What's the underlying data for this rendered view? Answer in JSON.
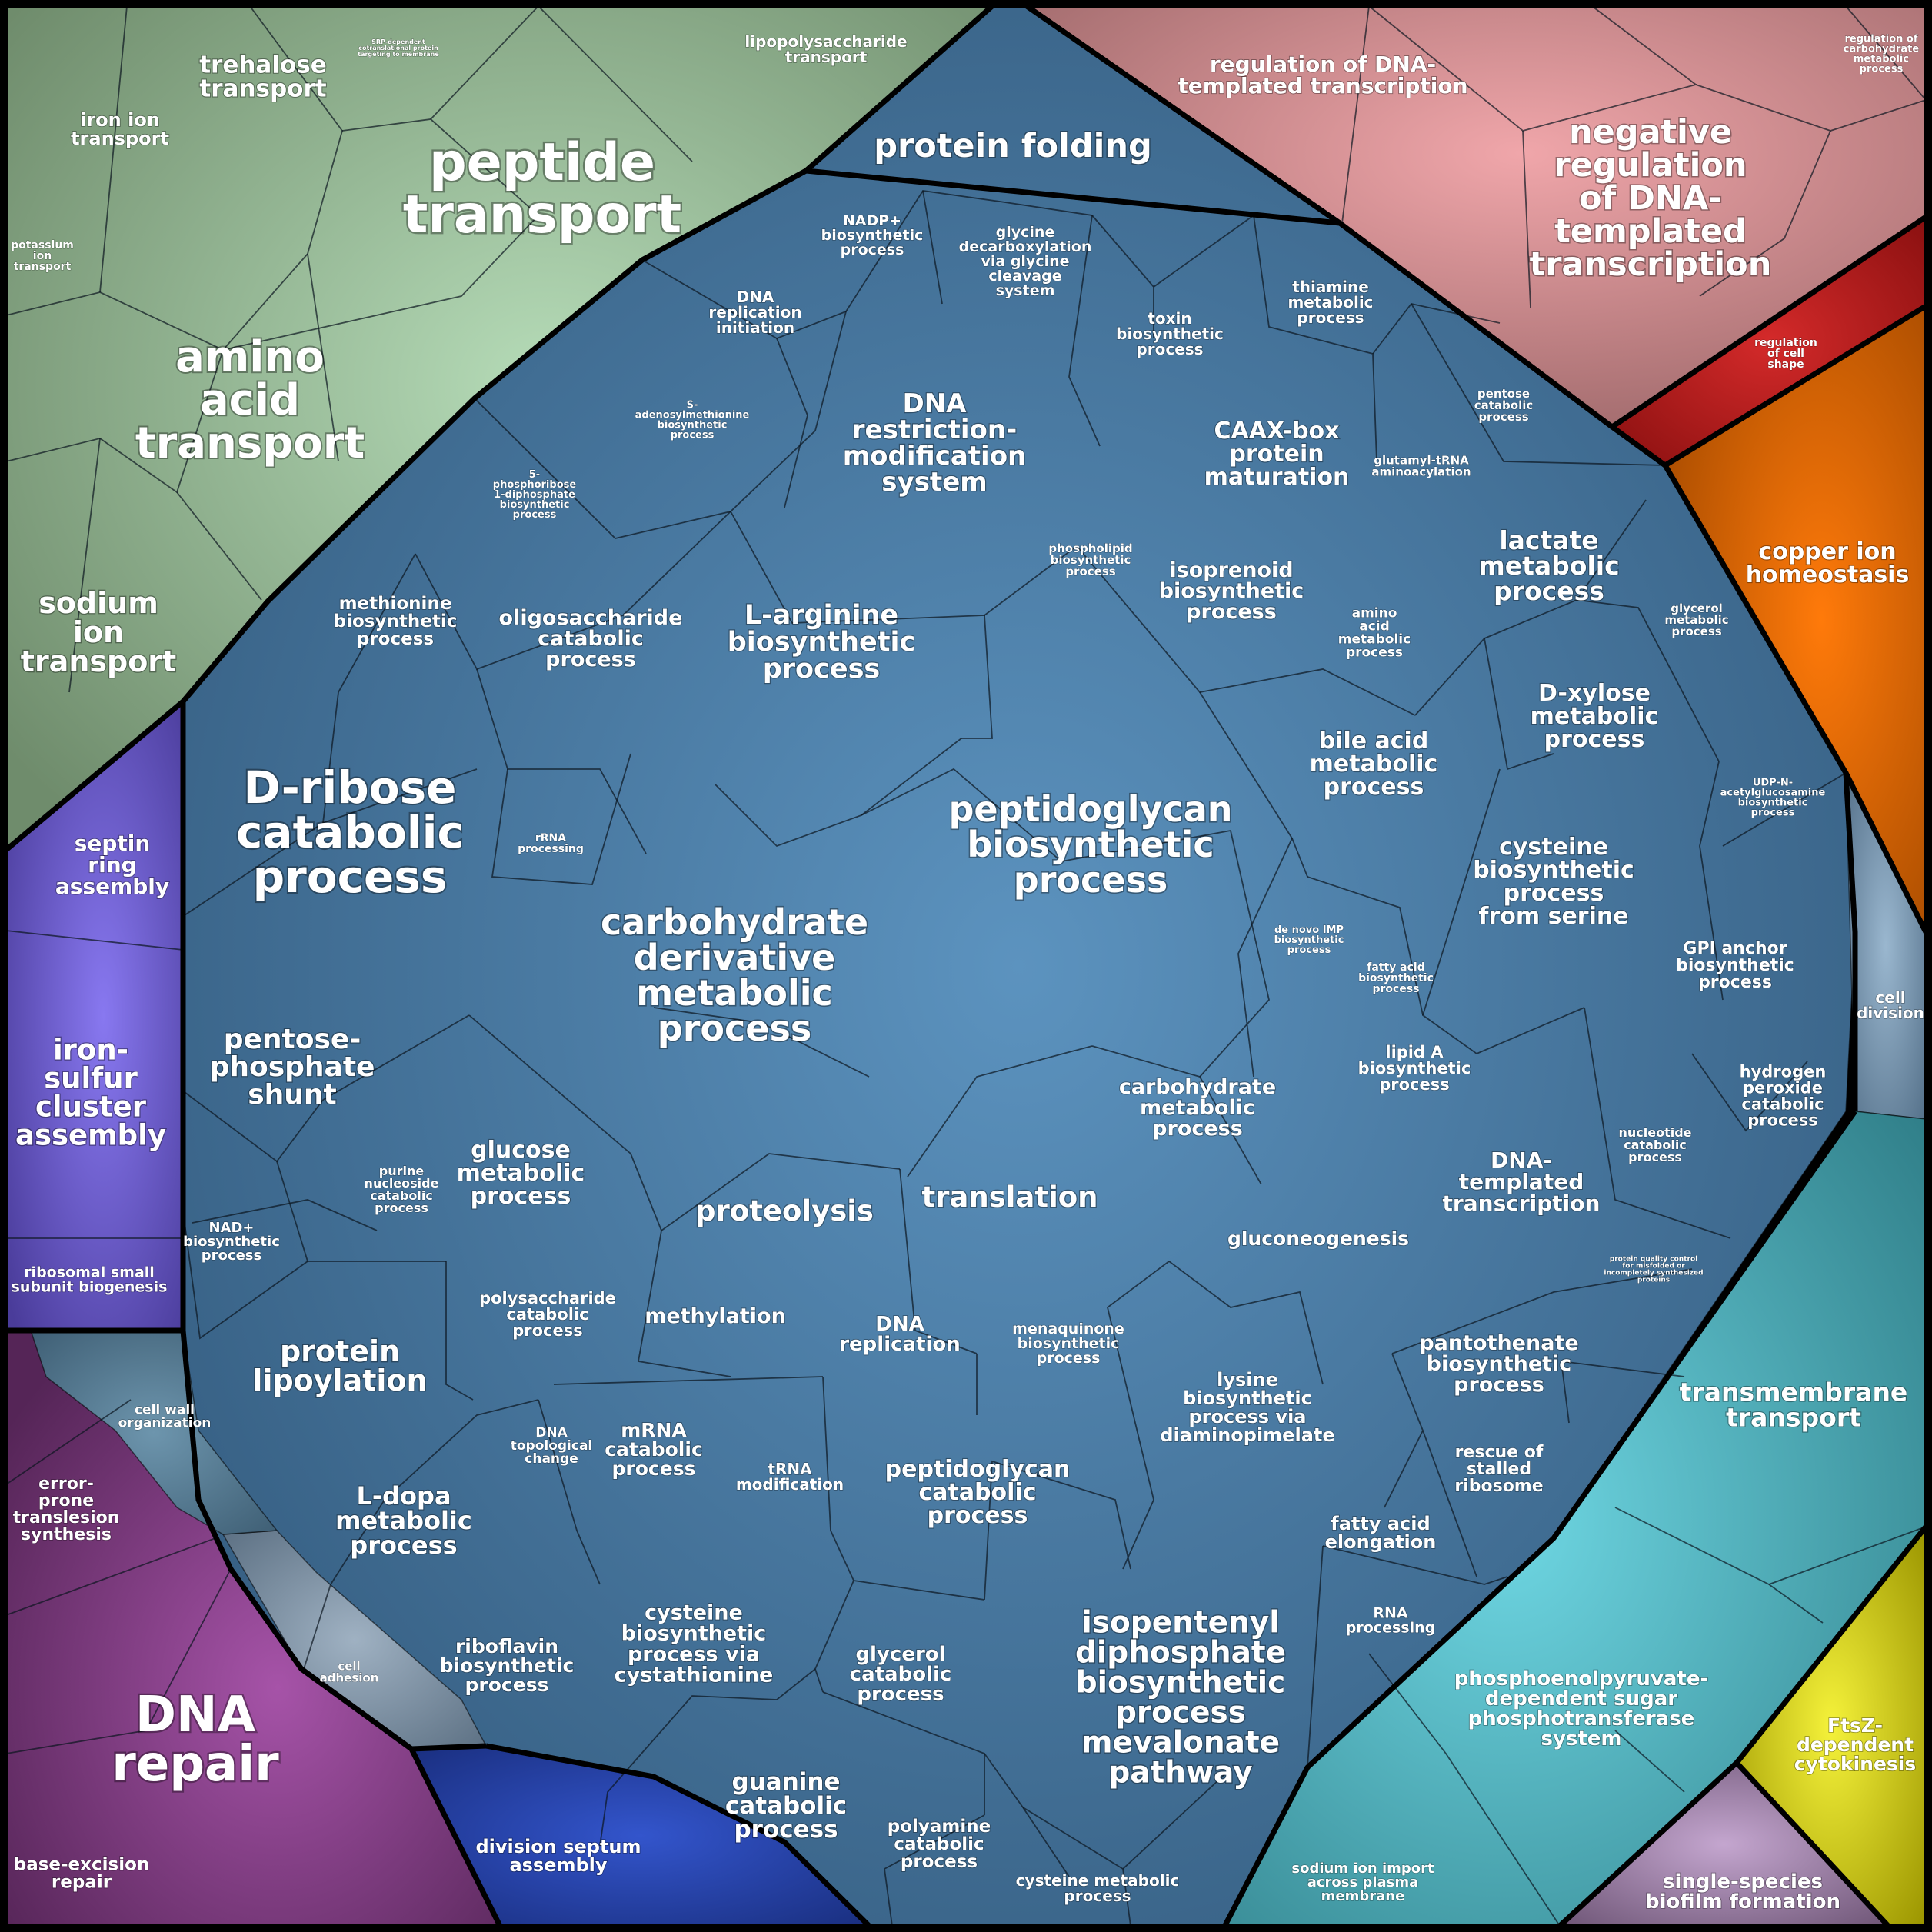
{
  "labels": [
    {
      "name": "label-peptide-transport",
      "text": "peptide transport",
      "kind": "large"
    },
    {
      "name": "label-amino-acid-transport",
      "text": "amino acid transport",
      "kind": "large"
    },
    {
      "name": "label-trehalose-transport",
      "text": "trehalose transport",
      "kind": "medium"
    },
    {
      "name": "label-iron-ion-transport",
      "text": "iron ion transport",
      "kind": "small"
    },
    {
      "name": "label-srp-dependent",
      "text": "SRP-dependent cotranslational protein targeting to membrane",
      "kind": "tiny"
    },
    {
      "name": "label-lipopolysaccharide-transport",
      "text": "lipopolysaccharide transport",
      "kind": "small"
    },
    {
      "name": "label-potassium-ion-transport",
      "text": "potassium ion transport",
      "kind": "tiny"
    },
    {
      "name": "label-sodium-ion-transport",
      "text": "sodium ion transport",
      "kind": "medium"
    },
    {
      "name": "label-protein-folding",
      "text": "protein folding",
      "kind": "medium"
    },
    {
      "name": "label-regulation-dna-templated",
      "text": "regulation of DNA-templated transcription",
      "kind": "small"
    },
    {
      "name": "label-negative-regulation",
      "text": "negative regulation of DNA-templated transcription",
      "kind": "large"
    },
    {
      "name": "label-regulation-carbohydrate",
      "text": "regulation of carbohydrate metabolic process",
      "kind": "tiny"
    },
    {
      "name": "label-regulation-cell-shape",
      "text": "regulation of cell shape",
      "kind": "tiny"
    },
    {
      "name": "label-copper-ion-homeostasis",
      "text": "copper ion homeostasis",
      "kind": "small"
    },
    {
      "name": "label-cell-division",
      "text": "cell division",
      "kind": "small"
    },
    {
      "name": "label-transmembrane-transport",
      "text": "transmembrane transport",
      "kind": "medium"
    },
    {
      "name": "label-pep-sugar-pts",
      "text": "phosphoenolpyruvate-dependent sugar phosphotransferase system",
      "kind": "small"
    },
    {
      "name": "label-sodium-ion-import",
      "text": "sodium ion import across plasma membrane",
      "kind": "small"
    },
    {
      "name": "label-ftsz-cytokinesis",
      "text": "FtsZ-dependent cytokinesis",
      "kind": "small"
    },
    {
      "name": "label-single-species-biofilm",
      "text": "single-species biofilm formation",
      "kind": "small"
    },
    {
      "name": "label-septin-ring-assembly",
      "text": "septin ring assembly",
      "kind": "small"
    },
    {
      "name": "label-iron-sulfur-cluster",
      "text": "iron-sulfur cluster assembly",
      "kind": "medium"
    },
    {
      "name": "label-ribosomal-small-subunit",
      "text": "ribosomal small subunit biogenesis",
      "kind": "small"
    },
    {
      "name": "label-cell-wall-organization",
      "text": "cell wall organization",
      "kind": "small"
    },
    {
      "name": "label-error-prone-tls",
      "text": "error-prone translesion synthesis",
      "kind": "small"
    },
    {
      "name": "label-cell-adhesion",
      "text": "cell adhesion",
      "kind": "tiny"
    },
    {
      "name": "label-dna-repair",
      "text": "DNA repair",
      "kind": "large"
    },
    {
      "name": "label-base-excision-repair",
      "text": "base-excision repair",
      "kind": "small"
    },
    {
      "name": "label-division-septum-assembly",
      "text": "division septum assembly",
      "kind": "small"
    },
    {
      "name": "label-nadp-biosynthetic",
      "text": "NADP+ biosynthetic process",
      "kind": "small"
    },
    {
      "name": "label-glycine-decarboxylation",
      "text": "glycine decarboxylation via glycine cleavage system",
      "kind": "small"
    },
    {
      "name": "label-dna-replication-initiation",
      "text": "DNA replication initiation",
      "kind": "small"
    },
    {
      "name": "label-toxin-biosynthetic",
      "text": "toxin biosynthetic process",
      "kind": "small"
    },
    {
      "name": "label-thiamine-metabolic",
      "text": "thiamine metabolic process",
      "kind": "small"
    },
    {
      "name": "label-s-adenosylmethionine",
      "text": "S-adenosylmethionine biosynthetic process",
      "kind": "tiny"
    },
    {
      "name": "label-dna-restriction-modification",
      "text": "DNA restriction-modification system",
      "kind": "medium"
    },
    {
      "name": "label-caax-box",
      "text": "CAAX-box protein maturation",
      "kind": "medium"
    },
    {
      "name": "label-pentose-catabolic",
      "text": "pentose catabolic process",
      "kind": "tiny"
    },
    {
      "name": "label-glutamyl-trna",
      "text": "glutamyl-tRNA aminoacylation",
      "kind": "tiny"
    },
    {
      "name": "label-5-phosphoribose",
      "text": "5-phosphoribose 1-diphosphate biosynthetic process",
      "kind": "tiny"
    },
    {
      "name": "label-phospholipid-biosynthetic",
      "text": "phospholipid biosynthetic process",
      "kind": "tiny"
    },
    {
      "name": "label-isoprenoid-biosynthetic",
      "text": "isoprenoid biosynthetic process",
      "kind": "medium-small"
    },
    {
      "name": "label-lactate-metabolic",
      "text": "lactate metabolic process",
      "kind": "medium-small"
    },
    {
      "name": "label-methionine-biosynthetic",
      "text": "methionine biosynthetic process",
      "kind": "small"
    },
    {
      "name": "label-oligosaccharide-catabolic",
      "text": "oligosaccharide catabolic process",
      "kind": "medium-small"
    },
    {
      "name": "label-l-arginine-biosynthetic",
      "text": "L-arginine biosynthetic process",
      "kind": "medium"
    },
    {
      "name": "label-amino-acid-metabolic",
      "text": "amino acid metabolic process",
      "kind": "tiny"
    },
    {
      "name": "label-glycerol-metabolic",
      "text": "glycerol metabolic process",
      "kind": "tiny"
    },
    {
      "name": "label-d-xylose-metabolic",
      "text": "D-xylose metabolic process",
      "kind": "medium-small"
    },
    {
      "name": "label-bile-acid-metabolic",
      "text": "bile acid metabolic process",
      "kind": "medium-small"
    },
    {
      "name": "label-d-ribose-catabolic",
      "text": "D-ribose catabolic process",
      "kind": "large"
    },
    {
      "name": "label-rrna-processing",
      "text": "rRNA processing",
      "kind": "tiny"
    },
    {
      "name": "label-peptidoglycan-biosynthetic",
      "text": "peptidoglycan biosynthetic process",
      "kind": "large"
    },
    {
      "name": "label-udp-n-acetylglucosamine",
      "text": "UDP-N-acetylglucosamine biosynthetic process",
      "kind": "tiny"
    },
    {
      "name": "label-cysteine-from-serine",
      "text": "cysteine biosynthetic process from serine",
      "kind": "medium"
    },
    {
      "name": "label-carbohydrate-derivative",
      "text": "carbohydrate derivative metabolic process",
      "kind": "large"
    },
    {
      "name": "label-de-novo-imp",
      "text": "de novo IMP biosynthetic process",
      "kind": "tiny"
    },
    {
      "name": "label-fatty-acid-biosynthetic",
      "text": "fatty acid biosynthetic process",
      "kind": "tiny"
    },
    {
      "name": "label-gpi-anchor",
      "text": "GPI anchor biosynthetic process",
      "kind": "small"
    },
    {
      "name": "label-pentose-phosphate-shunt",
      "text": "pentose-phosphate shunt",
      "kind": "medium"
    },
    {
      "name": "label-carbohydrate-metabolic",
      "text": "carbohydrate metabolic process",
      "kind": "medium-small"
    },
    {
      "name": "label-lipid-a-biosynthetic",
      "text": "lipid A biosynthetic process",
      "kind": "small"
    },
    {
      "name": "label-hydrogen-peroxide-catabolic",
      "text": "hydrogen peroxide catabolic process",
      "kind": "small"
    },
    {
      "name": "label-purine-nucleoside-catabolic",
      "text": "purine nucleoside catabolic process",
      "kind": "tiny"
    },
    {
      "name": "label-glucose-metabolic",
      "text": "glucose metabolic process",
      "kind": "medium-small"
    },
    {
      "name": "label-nucleotide-catabolic",
      "text": "nucleotide catabolic process",
      "kind": "tiny"
    },
    {
      "name": "label-dna-templated-transcription",
      "text": "DNA-templated transcription",
      "kind": "medium-small"
    },
    {
      "name": "label-proteolysis",
      "text": "proteolysis",
      "kind": "medium"
    },
    {
      "name": "label-translation",
      "text": "translation",
      "kind": "medium"
    },
    {
      "name": "label-nad-biosynthetic",
      "text": "NAD+ biosynthetic process",
      "kind": "small"
    },
    {
      "name": "label-gluconeogenesis",
      "text": "gluconeogenesis",
      "kind": "medium-small"
    },
    {
      "name": "label-protein-quality-control",
      "text": "protein quality control for misfolded or incompletely synthesized proteins",
      "kind": "tiny"
    },
    {
      "name": "label-polysaccharide-catabolic",
      "text": "polysaccharide catabolic process",
      "kind": "small"
    },
    {
      "name": "label-methylation",
      "text": "methylation",
      "kind": "medium-small"
    },
    {
      "name": "label-dna-replication",
      "text": "DNA replication",
      "kind": "medium-small"
    },
    {
      "name": "label-menaquinone-biosynthetic",
      "text": "menaquinone biosynthetic process",
      "kind": "small"
    },
    {
      "name": "label-protein-lipoylation",
      "text": "protein lipoylation",
      "kind": "medium"
    },
    {
      "name": "label-pantothenate-biosynthetic",
      "text": "pantothenate biosynthetic process",
      "kind": "medium-small"
    },
    {
      "name": "label-lysine-via-diaminopimelate",
      "text": "lysine biosynthetic process via diaminopimelate",
      "kind": "medium-small"
    },
    {
      "name": "label-dna-topological-change",
      "text": "DNA topological change",
      "kind": "small"
    },
    {
      "name": "label-mrna-catabolic",
      "text": "mRNA catabolic process",
      "kind": "medium-small"
    },
    {
      "name": "label-trna-modification",
      "text": "tRNA modification",
      "kind": "small"
    },
    {
      "name": "label-rescue-stalled-ribosome",
      "text": "rescue of stalled ribosome",
      "kind": "small"
    },
    {
      "name": "label-peptidoglycan-catabolic",
      "text": "peptidoglycan catabolic process",
      "kind": "medium-small"
    },
    {
      "name": "label-l-dopa-metabolic",
      "text": "L-dopa metabolic process",
      "kind": "medium-small"
    },
    {
      "name": "label-fatty-acid-elongation",
      "text": "fatty acid elongation",
      "kind": "medium-small"
    },
    {
      "name": "label-cysteine-via-cystathionine",
      "text": "cysteine biosynthetic process via cystathionine",
      "kind": "medium-small"
    },
    {
      "name": "label-rna-processing",
      "text": "RNA processing",
      "kind": "small"
    },
    {
      "name": "label-riboflavin-biosynthetic",
      "text": "riboflavin biosynthetic process",
      "kind": "medium-small"
    },
    {
      "name": "label-glycerol-catabolic",
      "text": "glycerol catabolic process",
      "kind": "medium-small"
    },
    {
      "name": "label-isopentenyl-mevalonate",
      "text": "isopentenyl diphosphate biosynthetic process mevalonate pathway",
      "kind": "large-2"
    },
    {
      "name": "label-guanine-catabolic",
      "text": "guanine catabolic process",
      "kind": "medium-small"
    },
    {
      "name": "label-polyamine-catabolic",
      "text": "polyamine catabolic process",
      "kind": "small"
    },
    {
      "name": "label-cysteine-metabolic",
      "text": "cysteine metabolic process",
      "kind": "small"
    }
  ]
}
